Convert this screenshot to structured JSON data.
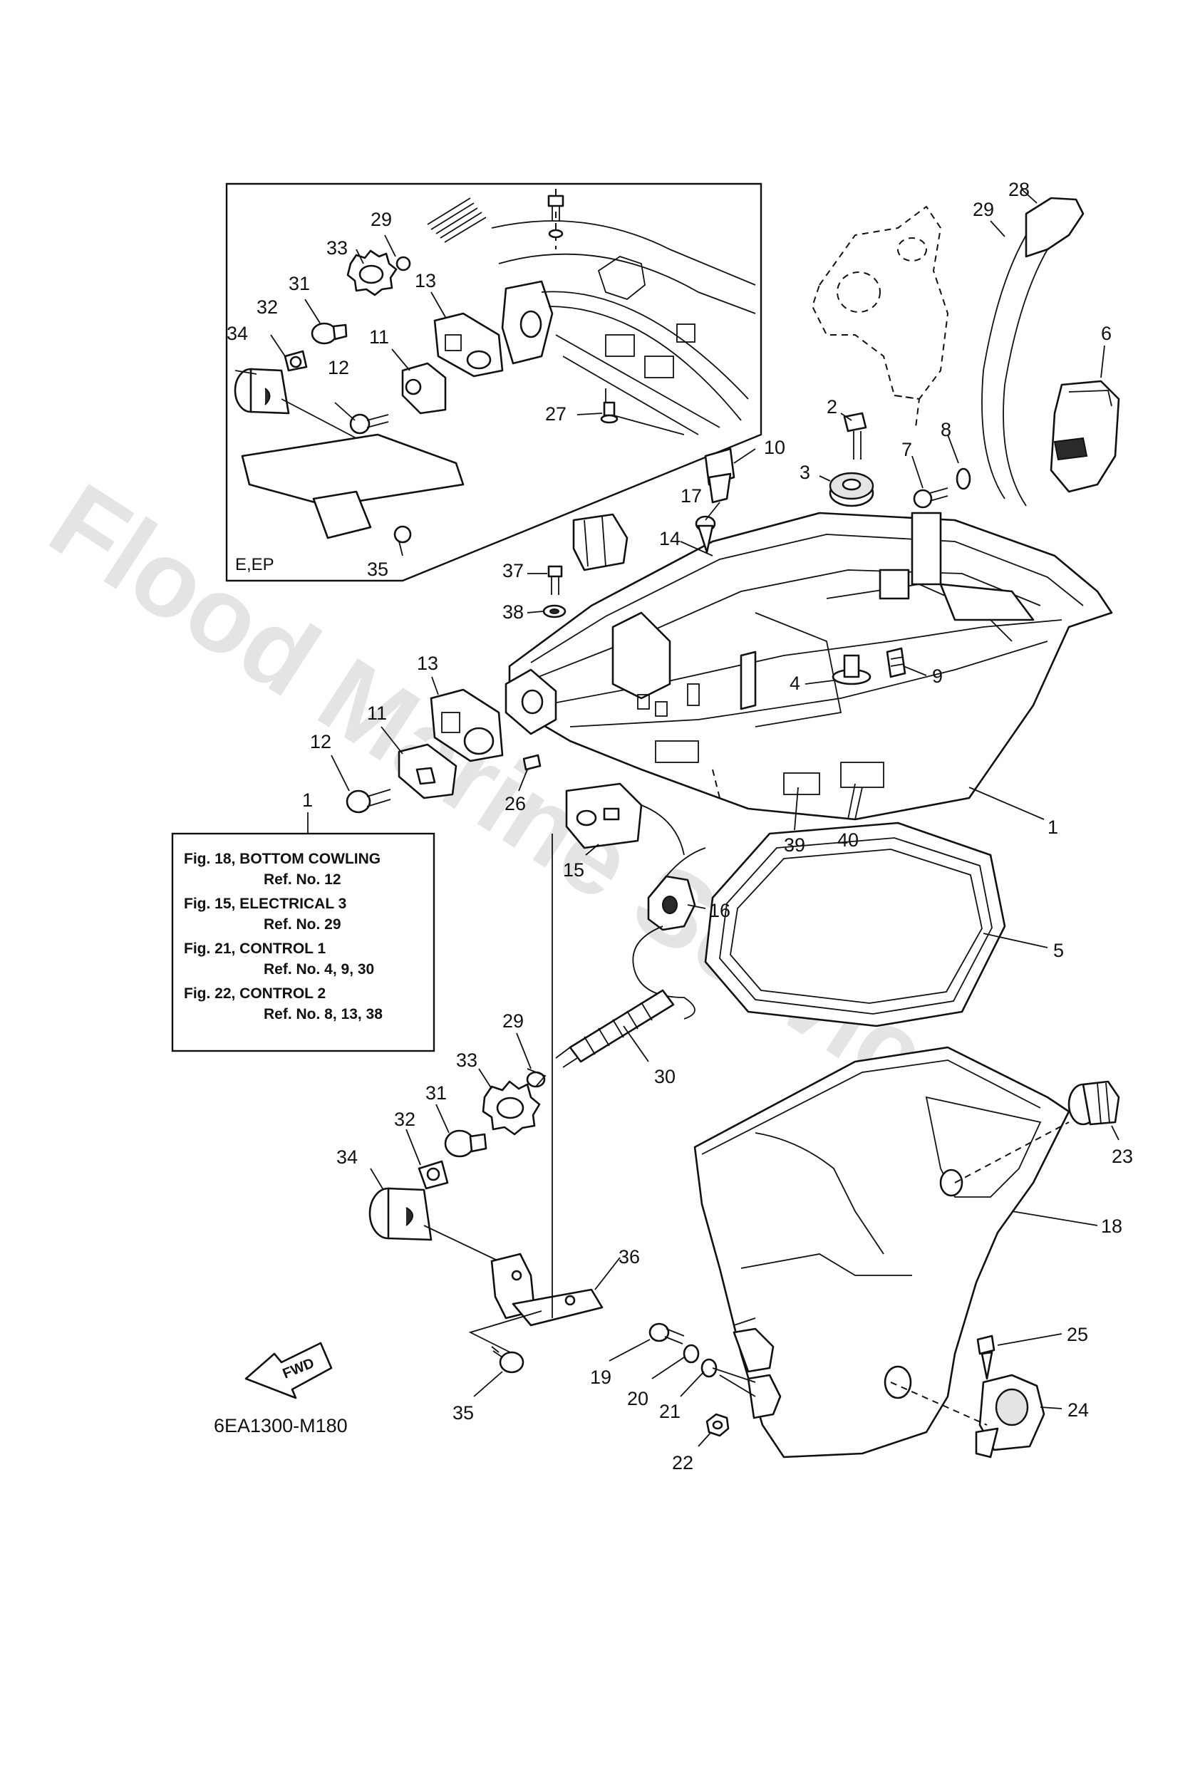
{
  "watermark": "Flood Marine Services",
  "diagram_code": "6EA1300-M180",
  "inset_label": "E,EP",
  "fwd_label": "FWD",
  "legend": [
    {
      "fig": "Fig. 18, BOTTOM COWLING",
      "ref": "Ref. No. 12"
    },
    {
      "fig": "Fig. 15, ELECTRICAL 3",
      "ref": "Ref. No. 29"
    },
    {
      "fig": "Fig. 21, CONTROL 1",
      "ref": "Ref. No. 4, 9, 30"
    },
    {
      "fig": "Fig. 22, CONTROL 2",
      "ref": "Ref. No. 8, 13, 38"
    }
  ],
  "callouts": {
    "c29_inset": "29",
    "c33_inset": "33",
    "c31_inset": "31",
    "c32_inset": "32",
    "c34_inset": "34",
    "c13_inset": "13",
    "c11_inset": "11",
    "c12_inset": "12",
    "c27": "27",
    "c35_inset": "35",
    "c29_top": "29",
    "c28": "28",
    "c6": "6",
    "c2": "2",
    "c8": "8",
    "c10": "10",
    "c7": "7",
    "c3": "3",
    "c17": "17",
    "c14": "14",
    "c37": "37",
    "c38": "38",
    "c4": "4",
    "c9": "9",
    "c13": "13",
    "c11": "11",
    "c12": "12",
    "c26": "26",
    "c1_left": "1",
    "c1_right": "1",
    "c39": "39",
    "c40": "40",
    "c15": "15",
    "c16": "16",
    "c5": "5",
    "c29": "29",
    "c30": "30",
    "c33": "33",
    "c31": "31",
    "c32": "32",
    "c34": "34",
    "c36": "36",
    "c23": "23",
    "c18": "18",
    "c25": "25",
    "c19": "19",
    "c20": "20",
    "c21": "21",
    "c24": "24",
    "c22": "22",
    "c35": "35"
  }
}
